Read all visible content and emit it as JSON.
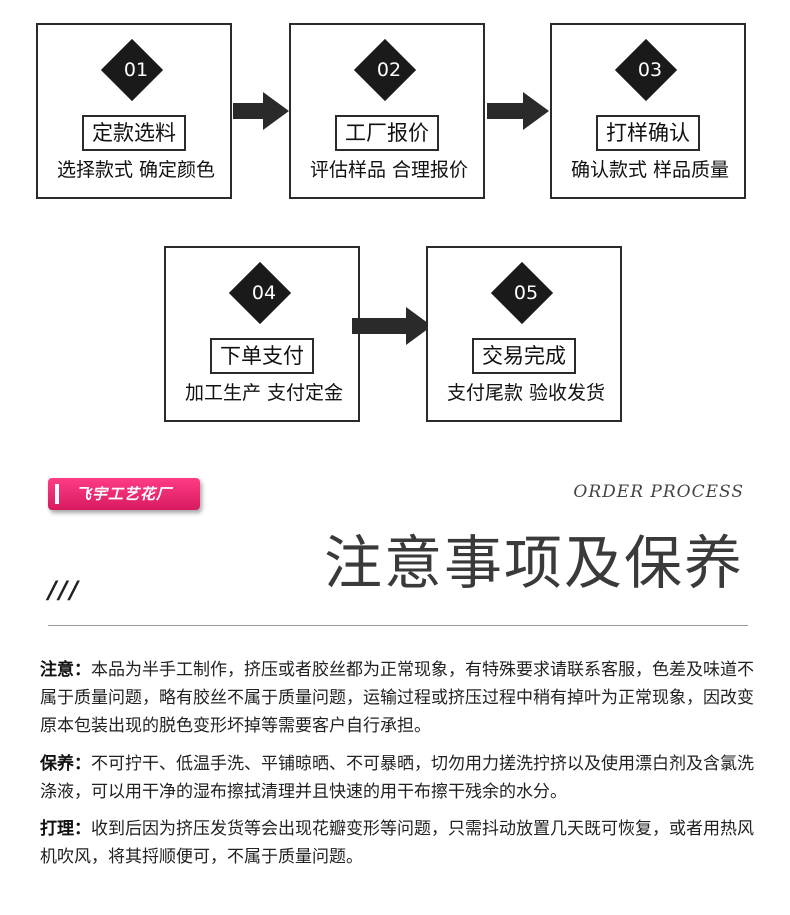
{
  "steps": [
    {
      "num": "01",
      "title": "定款选料",
      "desc": "选择款式 确定颜色"
    },
    {
      "num": "02",
      "title": "工厂报价",
      "desc": "评估样品 合理报价"
    },
    {
      "num": "03",
      "title": "打样确认",
      "desc": "确认款式 样品质量"
    },
    {
      "num": "04",
      "title": "下单支付",
      "desc": "加工生产 支付定金"
    },
    {
      "num": "05",
      "title": "交易完成",
      "desc": "支付尾款 验收发货"
    }
  ],
  "brand": {
    "name": "飞宇工艺花厂"
  },
  "order_process": "ORDER PROCESS",
  "slashes": "///",
  "heading": "注意事项及保养",
  "notes": [
    {
      "label": "注意：",
      "text": "本品为半手工制作，挤压或者胶丝都为正常现象，有特殊要求请联系客服，色差及味道不属于质量问题，略有胶丝不属于质量问题，运输过程或挤压过程中稍有掉叶为正常现象，因改变原本包装出现的脱色变形坏掉等需要客户自行承担。"
    },
    {
      "label": "保养：",
      "text": "不可拧干、低温手洗、平铺晾晒、不可暴晒，切勿用力搓洗拧挤以及使用漂白剂及含氯洗涤液，可以用干净的湿布擦拭清理并且快速的用干布擦干残余的水分。"
    },
    {
      "label": "打理：",
      "text": "收到后因为挤压发货等会出现花瓣变形等问题，只需抖动放置几天既可恢复，或者用热风机吹风，将其捋顺便可，不属于质量问题。"
    }
  ]
}
